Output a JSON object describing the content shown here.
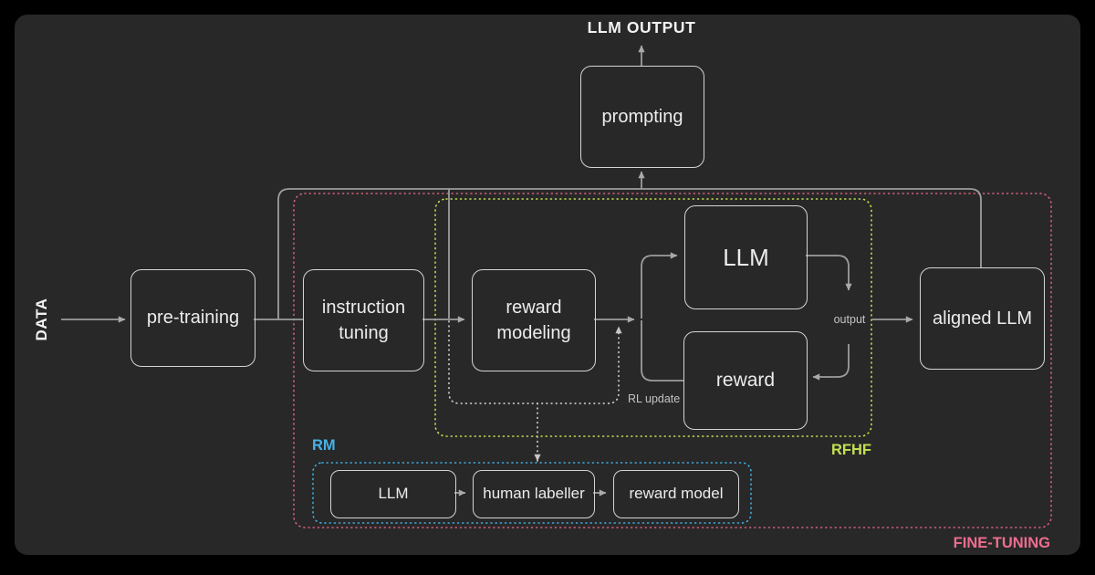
{
  "diagram": {
    "input_label": "DATA",
    "output_label": "LLM OUTPUT",
    "nodes": {
      "pre_training": "pre-training",
      "instruction_tuning": "instruction tuning",
      "reward_modeling": "reward modeling",
      "prompting": "prompting",
      "policy_llm": "LLM",
      "reward": "reward",
      "aligned_llm": "aligned LLM",
      "rm_llm": "LLM",
      "human_labeller": "human labeller",
      "reward_model": "reward model"
    },
    "edge_labels": {
      "output": "output",
      "rl_update": "RL update"
    },
    "regions": {
      "fine_tuning": {
        "label": "FINE-TUNING",
        "color": "#ee6d8e"
      },
      "rfhf": {
        "label": "RFHF",
        "color": "#c3e051"
      },
      "rm": {
        "label": "RM",
        "color": "#45b2e8"
      }
    },
    "colors": {
      "background": "#000000",
      "panel": "#282828",
      "box_border": "#d4d4d4",
      "wire": "#9d9d9d",
      "dotted_wire": "#c6c6c6",
      "text": "#ececec"
    }
  }
}
